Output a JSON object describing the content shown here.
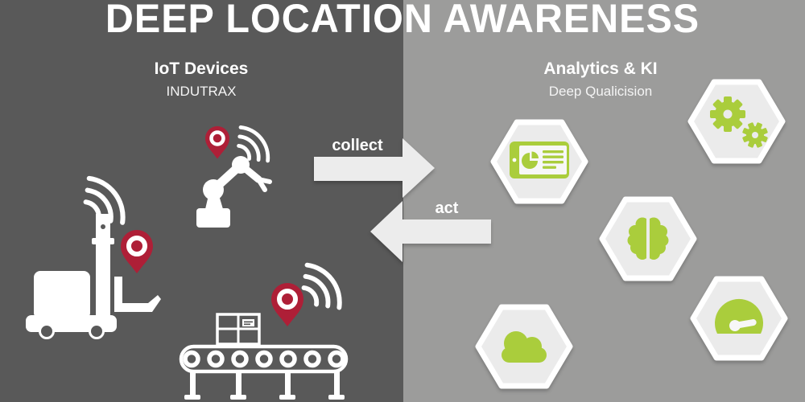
{
  "title": "DEEP LOCATION AWARENESS",
  "left_panel": {
    "heading": "IoT Devices",
    "subheading": "INDUTRAX",
    "background_color": "#595959",
    "icon_color": "#ffffff",
    "pin_color": "#ae1f37",
    "icons": [
      "robot-arm",
      "forklift",
      "conveyor-belt"
    ]
  },
  "right_panel": {
    "heading": "Analytics & KI",
    "subheading": "Deep Qualicision",
    "background_color": "#9c9c9b",
    "accent_color": "#aacd3c",
    "hexagon_fill": "#ebebeb",
    "hexagon_border": "#ffffff",
    "hexagons": [
      "dashboard-tablet",
      "gears",
      "brain",
      "cloud",
      "gauge"
    ]
  },
  "flow": {
    "collect_label": "collect",
    "act_label": "act",
    "arrow_color": "#ececec"
  }
}
